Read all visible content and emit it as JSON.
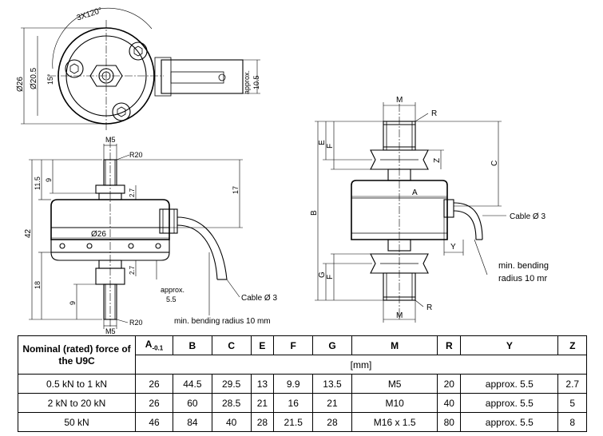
{
  "drawing": {
    "top_view": {
      "angle_label": "3X120°",
      "offset_angle": "15°",
      "outer_dia": "Ø26",
      "bolt_circle": "Ø20.5",
      "cable_exit": "approx.",
      "cable_exit_value": "10.5"
    },
    "side_view": {
      "thread_top": "M5",
      "radius_top": "R20",
      "dim_11_5": "11.5",
      "dim_9_top": "9",
      "dim_2_7_top": "2.7",
      "dim_17": "17",
      "dim_42": "42",
      "body_dia": "Ø26",
      "dim_18": "18",
      "dim_2_7_bottom": "2.7",
      "dim_9_bottom": "9",
      "approx": "approx.",
      "approx_value": "5.5",
      "cable": "Cable Ø 3",
      "thread_bottom": "M5",
      "radius_bottom": "R20",
      "bending": "min. bending radius 10 mm"
    },
    "generic_view": {
      "M_top": "M",
      "R_top": "R",
      "E": "E",
      "F_top": "F",
      "Z": "Z",
      "C": "C",
      "A": "A",
      "B": "B",
      "cable": "Cable Ø 3",
      "Y": "Y",
      "bending_line1": "min. bending",
      "bending_line2": "radius 10 mr",
      "G": "G",
      "F_bottom": "F",
      "R_bottom": "R",
      "M_bottom": "M"
    }
  },
  "table": {
    "header_first": "Nominal (rated) force of the U9C",
    "col_A": "A",
    "col_A_sub": "-0.1",
    "columns": [
      "B",
      "C",
      "E",
      "F",
      "G",
      "M",
      "R",
      "Y",
      "Z"
    ],
    "unit": "[mm]",
    "rows": [
      {
        "force": "0.5 kN to 1 kN",
        "values": [
          "26",
          "44.5",
          "29.5",
          "13",
          "9.9",
          "13.5",
          "M5",
          "20",
          "approx. 5.5",
          "2.7"
        ]
      },
      {
        "force": "2 kN to 20 kN",
        "values": [
          "26",
          "60",
          "28.5",
          "21",
          "16",
          "21",
          "M10",
          "40",
          "approx. 5.5",
          "5"
        ]
      },
      {
        "force": "50 kN",
        "values": [
          "46",
          "84",
          "40",
          "28",
          "21.5",
          "28",
          "M16 x 1.5",
          "80",
          "approx. 5.5",
          "8"
        ]
      }
    ]
  }
}
